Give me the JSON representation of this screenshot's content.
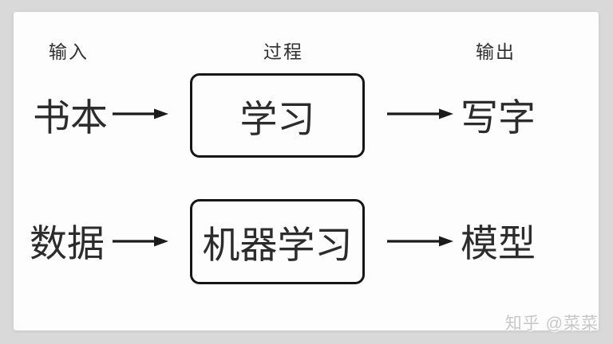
{
  "colors": {
    "page_background": "#d9d9d9",
    "card_background": "#fdfdfd",
    "text": "#2c2c2c",
    "box_border": "#161616",
    "watermark": "#c7c7c7"
  },
  "diagram": {
    "column_headers": [
      {
        "id": "input",
        "label": "输入"
      },
      {
        "id": "process",
        "label": "过程"
      },
      {
        "id": "output",
        "label": "输出"
      }
    ],
    "rows": [
      {
        "input_label": "书本",
        "process_label": "学习",
        "output_label": "写字"
      },
      {
        "input_label": "数据",
        "process_label": "机器学习",
        "output_label": "模型"
      }
    ]
  },
  "watermark": {
    "text": "知乎 @菜菜"
  }
}
